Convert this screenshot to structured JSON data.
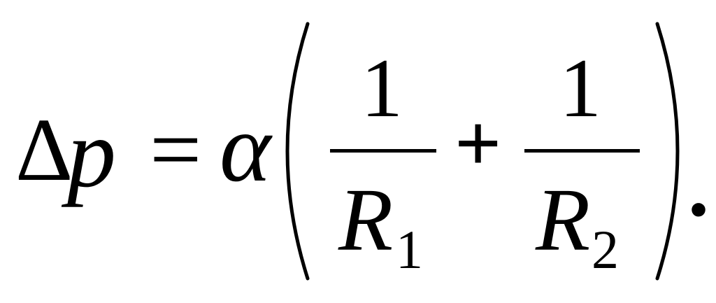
{
  "equation": {
    "delta": "Δ",
    "pressure_var": "p",
    "equals": "=",
    "alpha": "α",
    "fraction_1": {
      "numerator": "1",
      "denominator_var": "R",
      "denominator_subscript": "1"
    },
    "plus": "+",
    "fraction_2": {
      "numerator": "1",
      "denominator_var": "R",
      "denominator_subscript": "2"
    },
    "terminal_period": "."
  }
}
